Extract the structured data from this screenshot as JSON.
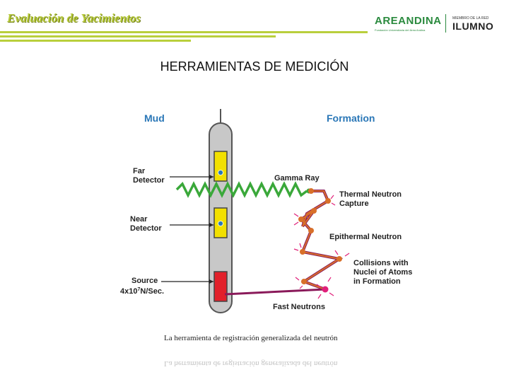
{
  "header": {
    "course_title": "Evaluación de Yacimientos"
  },
  "logo": {
    "brand": "AREANDINA",
    "subtitle": "Fundación Universitaria del Área Andina",
    "network_label": "MIEMBRO DE LA RED",
    "network_brand": "ILUMNO"
  },
  "page_title": "HERRAMIENTAS DE MEDICIÓN",
  "diagram": {
    "mud_label": "Mud",
    "formation_label": "Formation",
    "far_detector": [
      "Far",
      "Detector"
    ],
    "near_detector": [
      "Near",
      "Detector"
    ],
    "source_label": "Source",
    "source_rate": "4x10",
    "source_rate_exp": "7",
    "source_rate_unit": "N/Sec.",
    "gamma_ray": "Gamma Ray",
    "thermal": [
      "Thermal Neutron",
      "Capture"
    ],
    "epithermal": "Epithermal Neutron",
    "collisions": [
      "Collisions with",
      "Nuclei of Atoms",
      "in Formation"
    ],
    "fast_neutrons": "Fast Neutrons",
    "colors": {
      "label_blue": "#2a77b7",
      "tool_gray": "#c8c8c8",
      "detector_yellow": "#f2e000",
      "source_red": "#e2202a",
      "gamma_green": "#3aa83a",
      "neutron_orange": "#d8702a",
      "path_purple": "#8a1a5a",
      "burst_pink": "#e0207a"
    }
  },
  "caption": "La herramienta de registración generalizada del neutrón"
}
